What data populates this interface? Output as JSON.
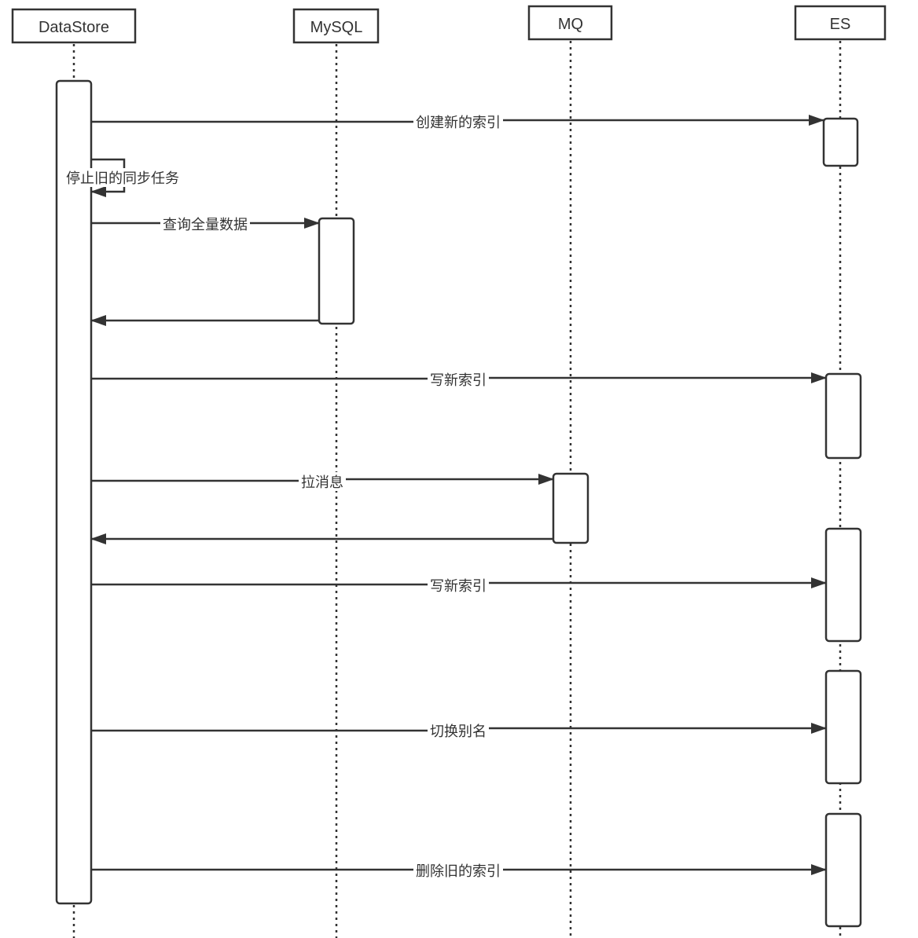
{
  "participants": [
    {
      "id": "datastore",
      "label": "DataStore"
    },
    {
      "id": "mysql",
      "label": "MySQL"
    },
    {
      "id": "mq",
      "label": "MQ"
    },
    {
      "id": "es",
      "label": "ES"
    }
  ],
  "messages": [
    {
      "id": "create-index",
      "label": "创建新的索引",
      "from": "datastore",
      "to": "es"
    },
    {
      "id": "stop-sync",
      "label": "停止旧的同步任务",
      "from": "datastore",
      "to": "datastore"
    },
    {
      "id": "query-all",
      "label": "查询全量数据",
      "from": "datastore",
      "to": "mysql"
    },
    {
      "id": "query-return",
      "label": "",
      "from": "mysql",
      "to": "datastore"
    },
    {
      "id": "write-index-1",
      "label": "写新索引",
      "from": "datastore",
      "to": "es"
    },
    {
      "id": "pull-msg",
      "label": "拉消息",
      "from": "datastore",
      "to": "mq"
    },
    {
      "id": "pull-return",
      "label": "",
      "from": "mq",
      "to": "datastore"
    },
    {
      "id": "write-index-2",
      "label": "写新索引",
      "from": "datastore",
      "to": "es"
    },
    {
      "id": "switch-alias",
      "label": "切换别名",
      "from": "datastore",
      "to": "es"
    },
    {
      "id": "delete-index",
      "label": "删除旧的索引",
      "from": "datastore",
      "to": "es"
    }
  ],
  "colors": {
    "stroke": "#333333",
    "background": "#ffffff"
  }
}
